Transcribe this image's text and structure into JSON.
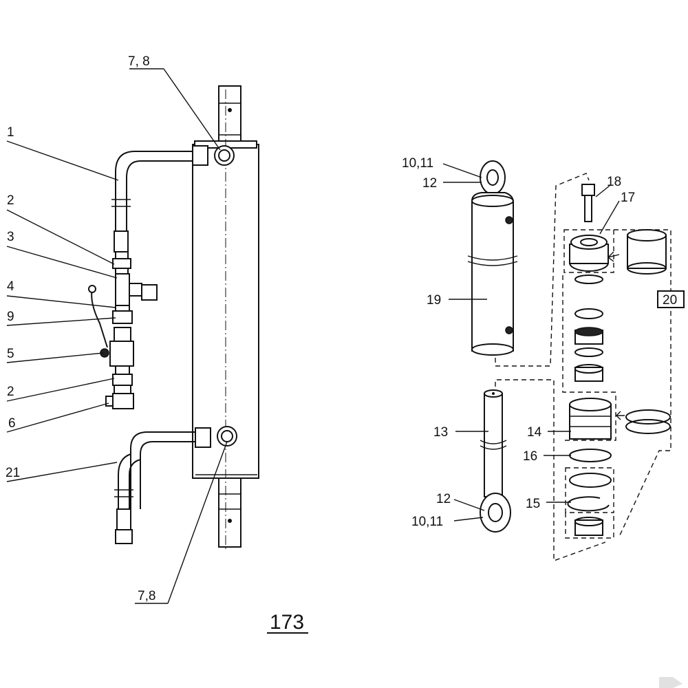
{
  "diagram": {
    "title": "173",
    "box_label": "20",
    "callouts": {
      "c_7_8_top": "7, 8",
      "c_1": "1",
      "c_2a": "2",
      "c_3": "3",
      "c_4": "4",
      "c_9": "9",
      "c_5": "5",
      "c_2b": "2",
      "c_6": "6",
      "c_21": "21",
      "c_7_8_bot": "7,8",
      "c_10_11_top": "10,11",
      "c_12_top": "12",
      "c_18": "18",
      "c_17": "17",
      "c_19": "19",
      "c_13": "13",
      "c_14": "14",
      "c_16": "16",
      "c_12_bot": "12",
      "c_15": "15",
      "c_10_11_bot": "10,11"
    }
  }
}
